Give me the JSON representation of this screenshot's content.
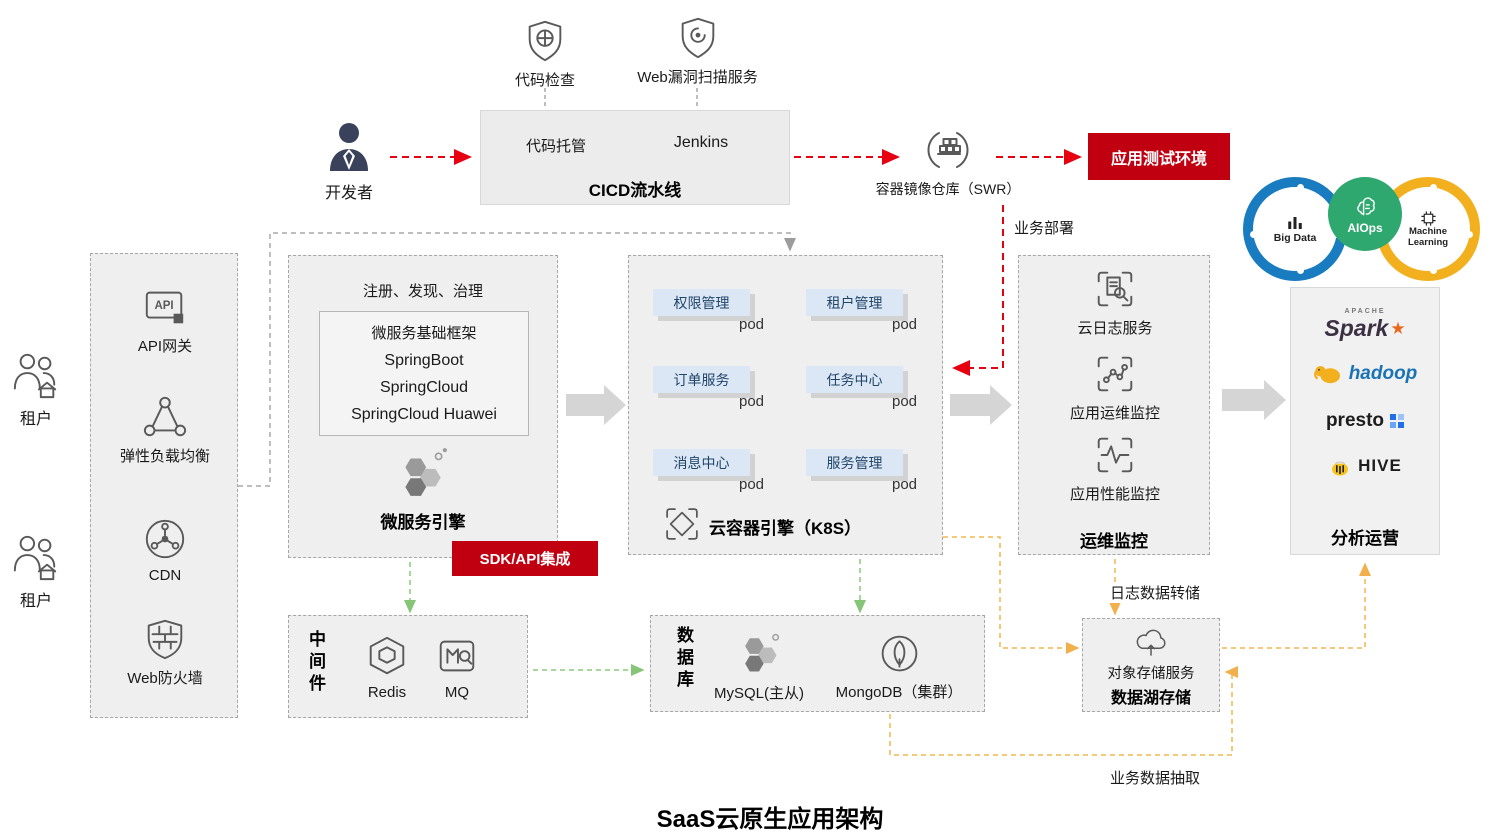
{
  "diagram_title": "SaaS云原生应用架构",
  "pipeline": {
    "code_check": "代码检查",
    "web_scan": "Web漏洞扫描服务",
    "developer": "开发者",
    "code_hosting": "代码托管",
    "jenkins": "Jenkins",
    "cicd_title": "CICD流水线",
    "registry": "容器镜像仓库（SWR）",
    "test_env": "应用测试环境",
    "deploy_label": "业务部署"
  },
  "access": {
    "tenant_top": "租户",
    "tenant_bottom": "租户",
    "api_text": "API",
    "items": [
      "API网关",
      "弹性负载均衡",
      "CDN",
      "Web防火墙"
    ]
  },
  "microservice": {
    "governance": "注册、发现、治理",
    "framework_lines": [
      "微服务基础框架",
      "SpringBoot",
      "SpringCloud",
      "SpringCloud Huawei"
    ],
    "title": "微服务引擎",
    "sdk_badge": "SDK/API集成"
  },
  "container": {
    "title": "云容器引擎（K8S）",
    "pod_tag": "pod",
    "pods": [
      "权限管理",
      "租户管理",
      "订单服务",
      "任务中心",
      "消息中心",
      "服务管理"
    ]
  },
  "ops": {
    "title": "运维监控",
    "items": [
      "云日志服务",
      "应用运维监控",
      "应用性能监控"
    ]
  },
  "analytics": {
    "title": "分析运营",
    "apache": "APACHE",
    "spark": "Spark",
    "hadoop": "hadoop",
    "presto": "presto",
    "hive": "HIVE"
  },
  "ai_rings": {
    "big_data": "Big Data",
    "aiops": "AIOps",
    "ml": "Machine Learning"
  },
  "middleware": {
    "title": "中间件",
    "redis": "Redis",
    "mq": "MQ"
  },
  "database": {
    "title": "数据库",
    "mysql": "MySQL(主从)",
    "mongodb": "MongoDB（集群）"
  },
  "datalake": {
    "oss": "对象存储服务",
    "title": "数据湖存储"
  },
  "flow_labels": {
    "log_dump": "日志数据转储",
    "data_extract": "业务数据抽取"
  }
}
